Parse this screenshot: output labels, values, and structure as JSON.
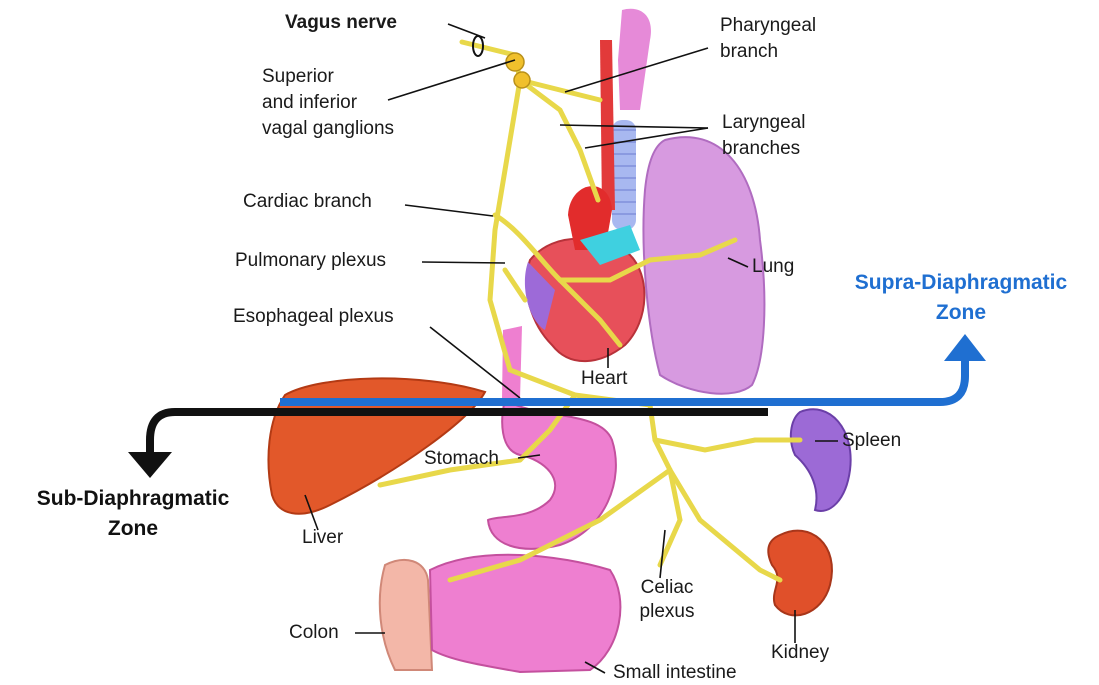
{
  "labels": {
    "vagus_nerve": "Vagus nerve",
    "ganglia_line1": "Superior",
    "ganglia_line2": "and inferior",
    "ganglia_line3": "vagal ganglions",
    "pharyngeal_line1": "Pharyngeal",
    "pharyngeal_line2": "branch",
    "laryngeal_line1": "Laryngeal",
    "laryngeal_line2": "branches",
    "cardiac_branch": "Cardiac branch",
    "pulmonary_plexus": "Pulmonary plexus",
    "esophageal_plexus": "Esophageal plexus",
    "lung": "Lung",
    "heart": "Heart",
    "stomach": "Stomach",
    "spleen": "Spleen",
    "liver": "Liver",
    "celiac_line1": "Celiac",
    "celiac_line2": "plexus",
    "colon": "Colon",
    "kidney": "Kidney",
    "small_intestine": "Small intestine"
  },
  "zones": {
    "supra_line1": "Supra-Diaphragmatic",
    "supra_line2": "Zone",
    "sub_line1": "Sub-Diaphragmatic",
    "sub_line2": "Zone"
  },
  "colors": {
    "nerve": "#e8d84a",
    "supra_zone": "#1f6fd1",
    "sub_zone": "#111111",
    "lung": "#d79ae0",
    "liver": "#e2582a",
    "stomach": "#ee7fd0",
    "heart": "#e7505a",
    "kidney": "#e0502a",
    "spleen": "#9c6ad6"
  }
}
